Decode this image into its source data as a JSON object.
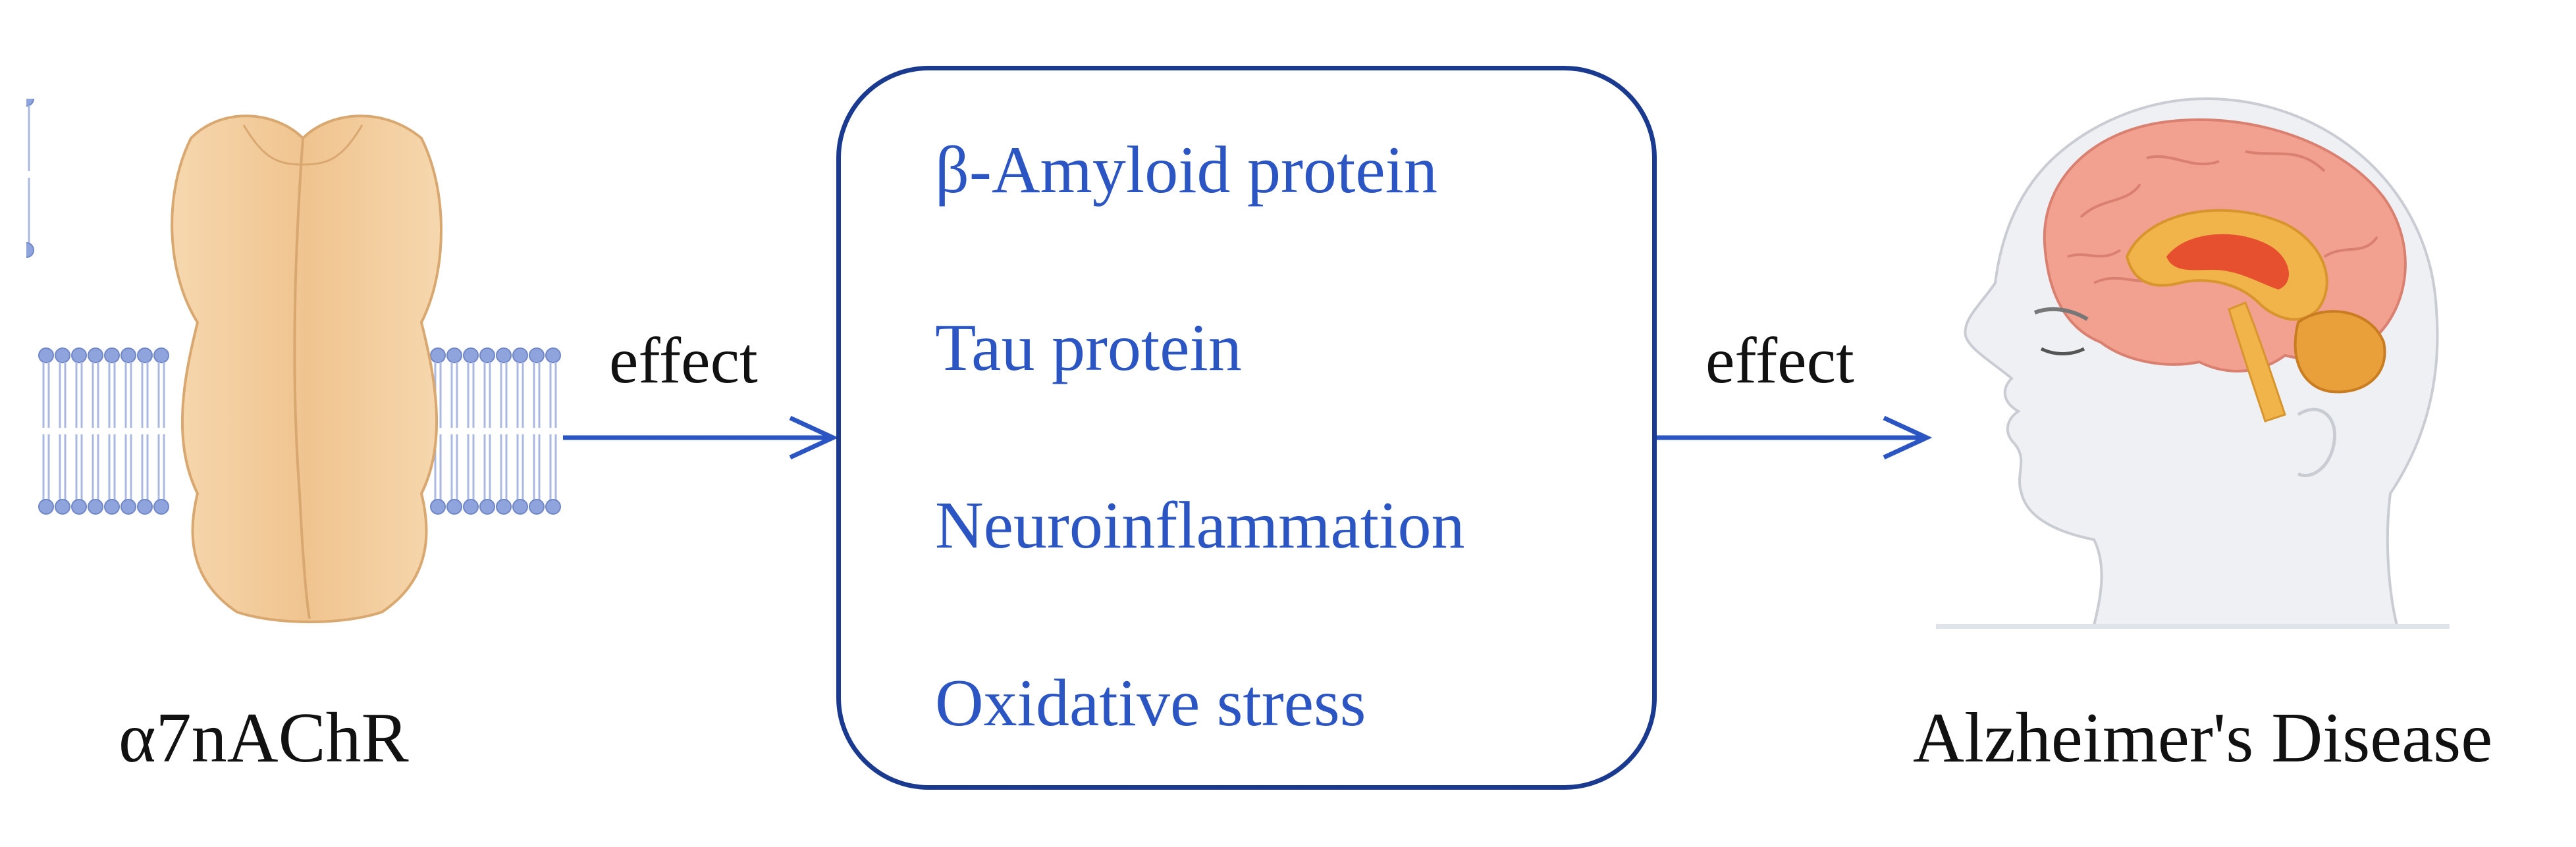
{
  "receptor": {
    "label": "α7nAChR",
    "icon": "receptor-in-membrane-icon"
  },
  "arrow_left": {
    "label": "effect"
  },
  "effects_box": {
    "items": [
      "β-Amyloid protein",
      "Tau protein",
      "Neuroinflammation",
      "Oxidative stress"
    ]
  },
  "arrow_right": {
    "label": "effect"
  },
  "disease": {
    "label": "Alzheimer's Disease",
    "icon": "head-with-brain-icon"
  },
  "colors": {
    "arrow": "#2b55c2",
    "box_border": "#1a3a8f",
    "item_text": "#2b55c2",
    "receptor_fill": "#f4cfa0",
    "membrane_head": "#8fa3dc",
    "brain": "#f2a08f"
  }
}
